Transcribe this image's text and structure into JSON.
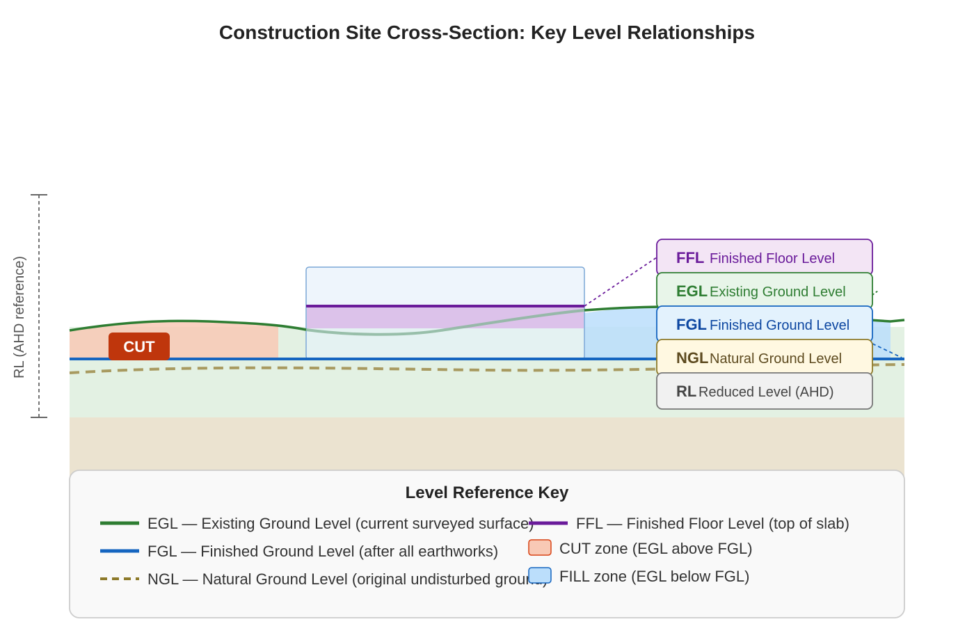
{
  "title": "Construction Site Cross-Section: Key Level Relationships",
  "axis_label": "RL (AHD reference)",
  "zone_label": "CUT",
  "colors": {
    "egl": "#2e7d32",
    "fgl": "#1565c0",
    "ngl": "#8d7a2a",
    "ffl": "#6a1b9a",
    "cut_fill": "#f8c9b5",
    "fill_fill": "#bbdefb",
    "cut_badge": "#bf360c",
    "subsoil": "#ebe3d0",
    "ground_tint": "#e3f1e3"
  },
  "callouts": [
    {
      "abbr": "FFL",
      "full": "Finished Floor Level",
      "color": "#6a1b9a",
      "bg": "#f3e5f5"
    },
    {
      "abbr": "EGL",
      "full": "Existing Ground Level",
      "color": "#2e7d32",
      "bg": "#e8f5e9"
    },
    {
      "abbr": "FGL",
      "full": "Finished Ground Level",
      "color": "#0d47a1",
      "bg": "#e3f2fd"
    },
    {
      "abbr": "NGL",
      "full": "Natural Ground Level",
      "color": "#5d4a1f",
      "bg": "#fff8e1"
    },
    {
      "abbr": "RL",
      "full": "Reduced Level (AHD)",
      "color": "#444444",
      "bg": "#f1f1f1"
    }
  ],
  "key": {
    "title": "Level Reference Key",
    "items": [
      {
        "label": "EGL — Existing Ground Level (current surveyed surface)",
        "swatch": "line",
        "color": "#2e7d32"
      },
      {
        "label": "FGL — Finished Ground Level (after all earthworks)",
        "swatch": "line",
        "color": "#1565c0"
      },
      {
        "label": "NGL — Natural Ground Level (original undisturbed ground)",
        "swatch": "dash",
        "color": "#8d7a2a"
      },
      {
        "label": "FFL — Finished Floor Level (top of slab)",
        "swatch": "line",
        "color": "#6a1b9a"
      },
      {
        "label": "CUT zone (EGL above FGL)",
        "swatch": "box",
        "color": "#f8c9b5",
        "stroke": "#d84315"
      },
      {
        "label": "FILL zone (EGL below FGL)",
        "swatch": "box",
        "color": "#bbdefb",
        "stroke": "#1565c0"
      }
    ]
  }
}
